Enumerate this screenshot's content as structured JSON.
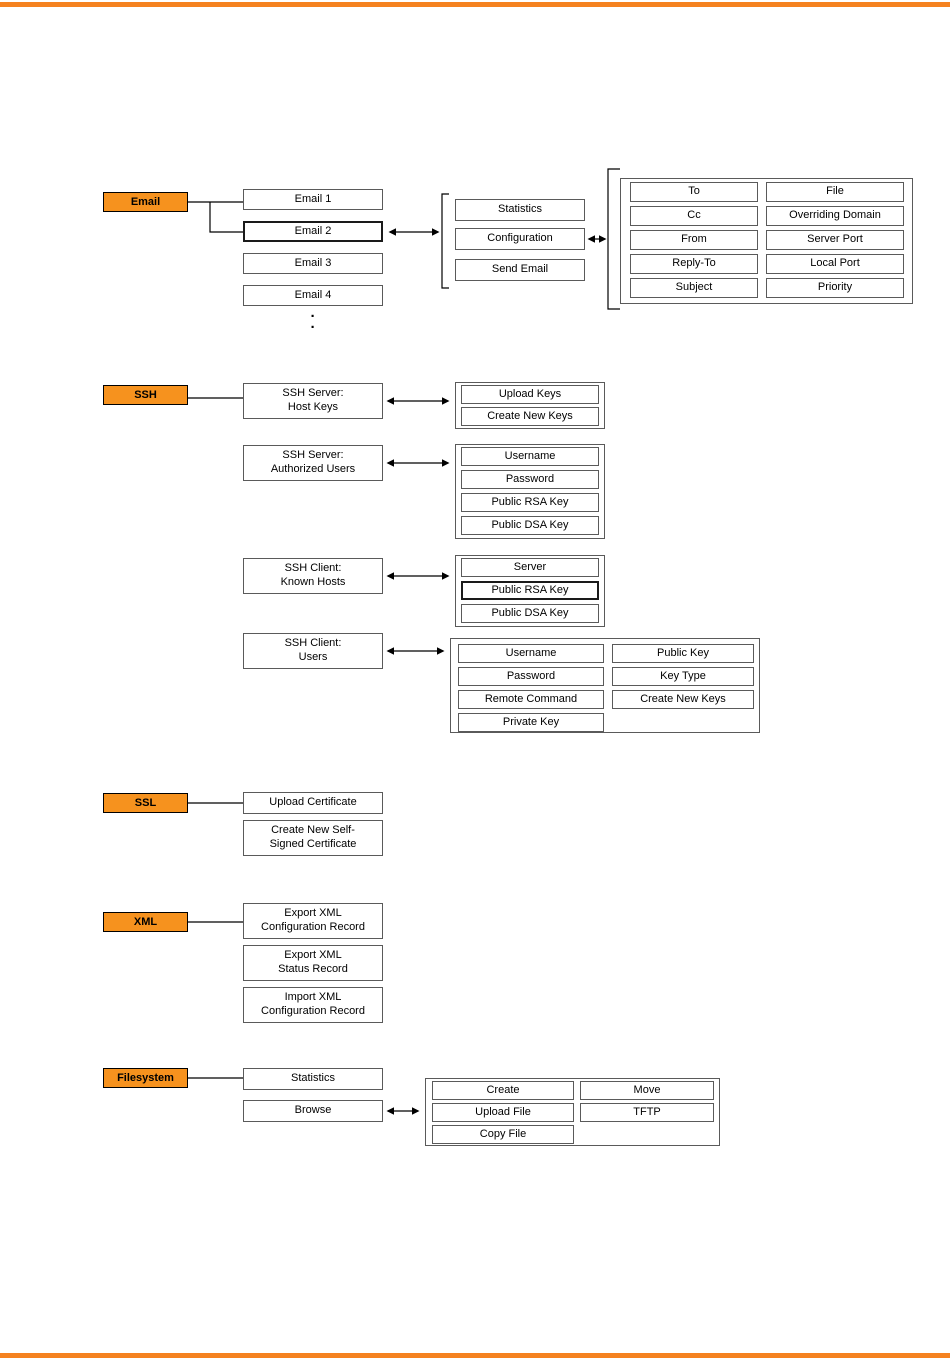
{
  "colors": {
    "accent": "#F6921E",
    "bar": "#F58220",
    "box_border": "#5a5a5a"
  },
  "email": {
    "label": "Email",
    "instances": [
      "Email 1",
      "Email 2",
      "Email 3",
      "Email 4"
    ],
    "more": "·\n·",
    "menu": [
      "Statistics",
      "Configuration",
      "Send Email"
    ],
    "config_left": [
      "To",
      "Cc",
      "From",
      "Reply-To",
      "Subject"
    ],
    "config_right": [
      "File",
      "Overriding Domain",
      "Server Port",
      "Local Port",
      "Priority"
    ]
  },
  "ssh": {
    "label": "SSH",
    "server_host_keys": "SSH Server:\nHost Keys",
    "host_keys_menu": [
      "Upload Keys",
      "Create New Keys"
    ],
    "server_authorized_users": "SSH Server:\nAuthorized Users",
    "authorized_users_fields": [
      "Username",
      "Password",
      "Public RSA Key",
      "Public DSA Key"
    ],
    "client_known_hosts": "SSH Client:\nKnown Hosts",
    "known_hosts_fields": [
      "Server",
      "Public RSA Key",
      "Public DSA Key"
    ],
    "client_users": "SSH Client:\nUsers",
    "users_fields_left": [
      "Username",
      "Password",
      "Remote Command",
      "Private Key"
    ],
    "users_fields_right": [
      "Public Key",
      "Key Type",
      "Create New Keys"
    ]
  },
  "ssl": {
    "label": "SSL",
    "items": [
      "Upload Certificate",
      "Create New Self-\nSigned Certificate"
    ]
  },
  "xml": {
    "label": "XML",
    "items": [
      "Export XML\nConfiguration Record",
      "Export XML\nStatus Record",
      "Import XML\nConfiguration Record"
    ]
  },
  "filesystem": {
    "label": "Filesystem",
    "items": [
      "Statistics",
      "Browse"
    ],
    "browse_left": [
      "Create",
      "Upload File",
      "Copy File"
    ],
    "browse_right": [
      "Move",
      "TFTP"
    ]
  }
}
